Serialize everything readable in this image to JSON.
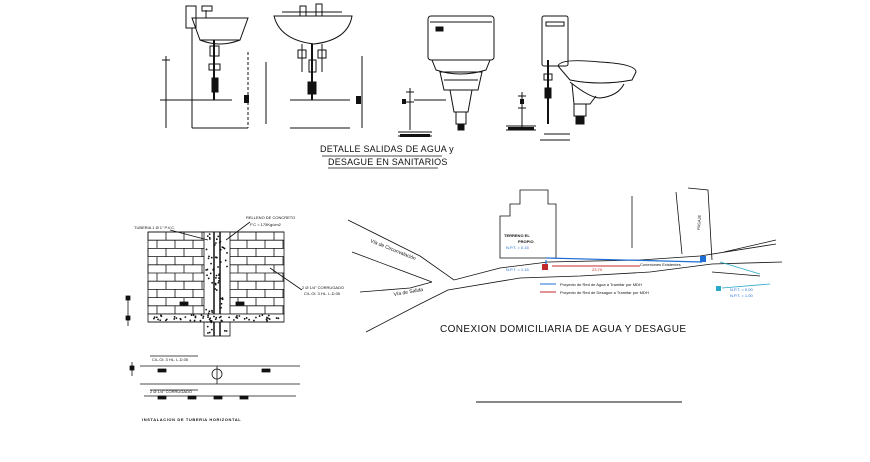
{
  "titles": {
    "detalle_line1": "DETALLE SALIDAS DE AGUA y",
    "detalle_line2": "DESAGUE EN SANITARIOS",
    "conexion": "CONEXION DOMICILIARIA DE AGUA Y DESAGUE"
  },
  "wall_detail": {
    "tuberia": "TUBERIA 1  Ø 1\" P.V.C.",
    "relleno": "RELLENO DE CONCRETO",
    "relleno_sub": "F'C = 175Kg/cm2",
    "corrugado": "2 Ø 1/4\" CORRUGADO",
    "corrugado_sub": "C/L.Ol. 3 HL. L.D.05",
    "plan_top": "C/L.Ol. 3 HL. L.D.05",
    "plan_bottom": "2  Ø 1/4\" CORRUGADO",
    "caption": "INSTALACION DE TUBERIA HORIZONTAL"
  },
  "site_plan": {
    "street_1": "Vía de Circunvalación",
    "street_2": "Vía de Salida",
    "terreno": "TERRENO EL",
    "propio": "PROPIO",
    "pasaje": "PASAJE",
    "nivel_1": "N.P.T. = 0.15",
    "nivel_2": "N.P.T. = 1.15",
    "conexiones": "Conexiones Existentes",
    "tramo": "23.70",
    "nivel_3": "N.P.T. = 0.00",
    "nivel_4": "N.P.T. = 1.00",
    "legend_1": "Proyecto de Red de Agua a Tramitar por MDH",
    "legend_2": "Proyecto de Red de Desague a Tramitar por MDH"
  },
  "colors": {
    "line": "#1a1a1a",
    "water": "#1f6fd6",
    "drain": "#c0282d",
    "cyan": "#2aa8c8"
  }
}
